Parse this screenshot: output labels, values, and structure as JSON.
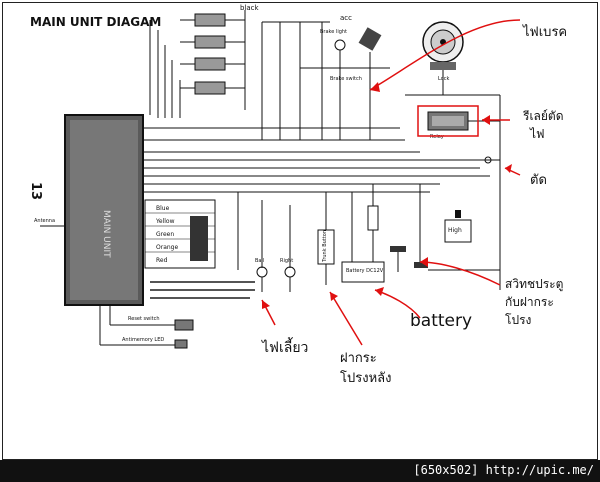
{
  "diagram": {
    "title": "MAIN UNIT DIAGAM",
    "page_number": "13",
    "main_unit_label": "MAIN UNIT",
    "antenna_label": "Antenna",
    "wire_black_top": "black",
    "acc_label": "acc",
    "brake_light_label": "Brake light",
    "brake_switch_label": "Brake switch",
    "lock_label": "Lock",
    "relay_label": "Relay",
    "battery_label": "Battery DC12V",
    "high_label": "High",
    "trunk_label": "Trunk Button",
    "color_legend": [
      "Blue",
      "Yellow",
      "Green",
      "Orange",
      "Red"
    ],
    "left_light_label": "Ball",
    "right_light_label": "Right",
    "reset_switch_label": "Reset switch",
    "led_label": "Antimemory LED"
  },
  "annotations": {
    "brake_light_th": "ไฟเบรค",
    "relay_th": "รีเลย์ตัด ไฟ",
    "cut_th": "ตัด",
    "door_switch_th": "สวิทชประตู กับฝากระ โปรง",
    "battery_en": "battery",
    "turn_signal_th": "ไฟเลี้ยว",
    "trunk_th": "ฝากระ โปรงหลัง",
    "annotation_color": "#e01010"
  },
  "footer": {
    "text": "[650x502] http://upic.me/"
  }
}
